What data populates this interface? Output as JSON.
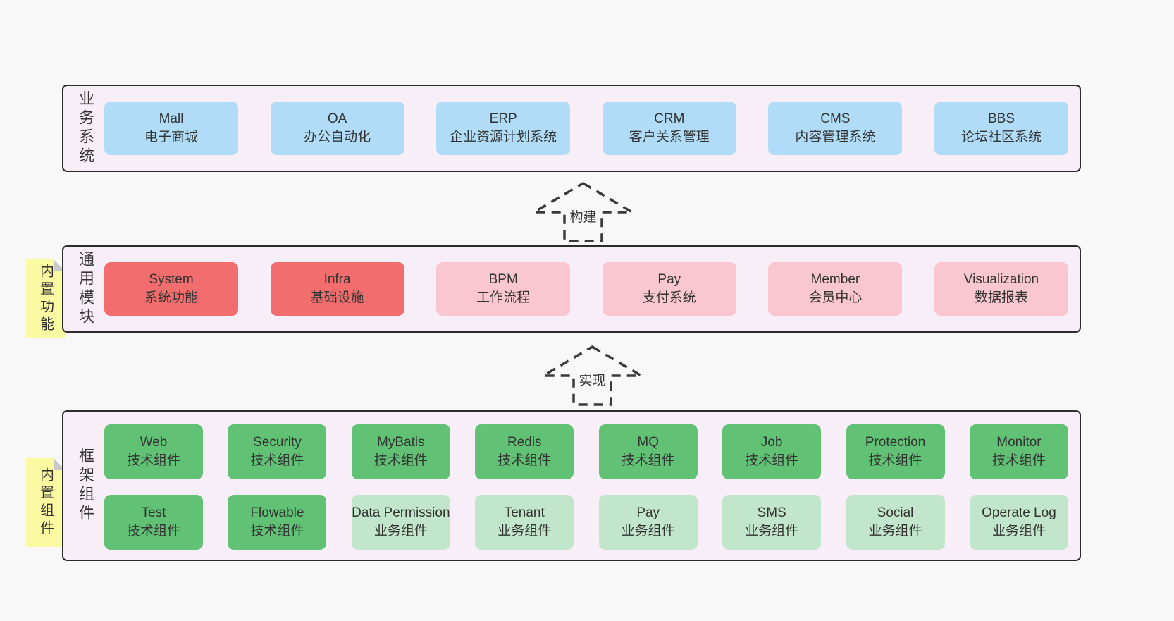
{
  "colors": {
    "background": "#f8f8f8",
    "container_fill": "#f7eef7",
    "container_border": "#2c2c2c",
    "blue_box": "#b0dcf7",
    "red_box": "#f26d6e",
    "pink_box": "#fac7d1",
    "green_box": "#61c175",
    "light_green_box": "#c2e6cb",
    "tag_yellow": "#fafaa2",
    "fold_gray": "#c9c9c9",
    "text": "#333333"
  },
  "sections": {
    "business": {
      "label": "业务系统",
      "boxes": [
        {
          "en": "Mall",
          "zh": "电子商城"
        },
        {
          "en": "OA",
          "zh": "办公自动化"
        },
        {
          "en": "ERP",
          "zh": "企业资源计划系统"
        },
        {
          "en": "CRM",
          "zh": "客户关系管理"
        },
        {
          "en": "CMS",
          "zh": "内容管理系统"
        },
        {
          "en": "BBS",
          "zh": "论坛社区系统"
        }
      ]
    },
    "build_arrow": {
      "label": "构建"
    },
    "modules": {
      "label": "通用模块",
      "tag": "内置功能",
      "boxes": [
        {
          "en": "System",
          "zh": "系统功能",
          "variant": "red"
        },
        {
          "en": "Infra",
          "zh": "基础设施",
          "variant": "red"
        },
        {
          "en": "BPM",
          "zh": "工作流程",
          "variant": "pink"
        },
        {
          "en": "Pay",
          "zh": "支付系统",
          "variant": "pink"
        },
        {
          "en": "Member",
          "zh": "会员中心",
          "variant": "pink"
        },
        {
          "en": "Visualization",
          "zh": "数据报表",
          "variant": "pink"
        }
      ]
    },
    "implement_arrow": {
      "label": "实现"
    },
    "components": {
      "label": "框架组件",
      "tag": "内置组件",
      "row1": [
        {
          "en": "Web",
          "zh": "技术组件",
          "variant": "green"
        },
        {
          "en": "Security",
          "zh": "技术组件",
          "variant": "green"
        },
        {
          "en": "MyBatis",
          "zh": "技术组件",
          "variant": "green"
        },
        {
          "en": "Redis",
          "zh": "技术组件",
          "variant": "green"
        },
        {
          "en": "MQ",
          "zh": "技术组件",
          "variant": "green"
        },
        {
          "en": "Job",
          "zh": "技术组件",
          "variant": "green"
        },
        {
          "en": "Protection",
          "zh": "技术组件",
          "variant": "green"
        },
        {
          "en": "Monitor",
          "zh": "技术组件",
          "variant": "green"
        }
      ],
      "row2": [
        {
          "en": "Test",
          "zh": "技术组件",
          "variant": "green"
        },
        {
          "en": "Flowable",
          "zh": "技术组件",
          "variant": "green"
        },
        {
          "en": "Data Permission",
          "zh": "业务组件",
          "variant": "light-green"
        },
        {
          "en": "Tenant",
          "zh": "业务组件",
          "variant": "light-green"
        },
        {
          "en": "Pay",
          "zh": "业务组件",
          "variant": "light-green"
        },
        {
          "en": "SMS",
          "zh": "业务组件",
          "variant": "light-green"
        },
        {
          "en": "Social",
          "zh": "业务组件",
          "variant": "light-green"
        },
        {
          "en": "Operate Log",
          "zh": "业务组件",
          "variant": "light-green"
        }
      ]
    }
  }
}
